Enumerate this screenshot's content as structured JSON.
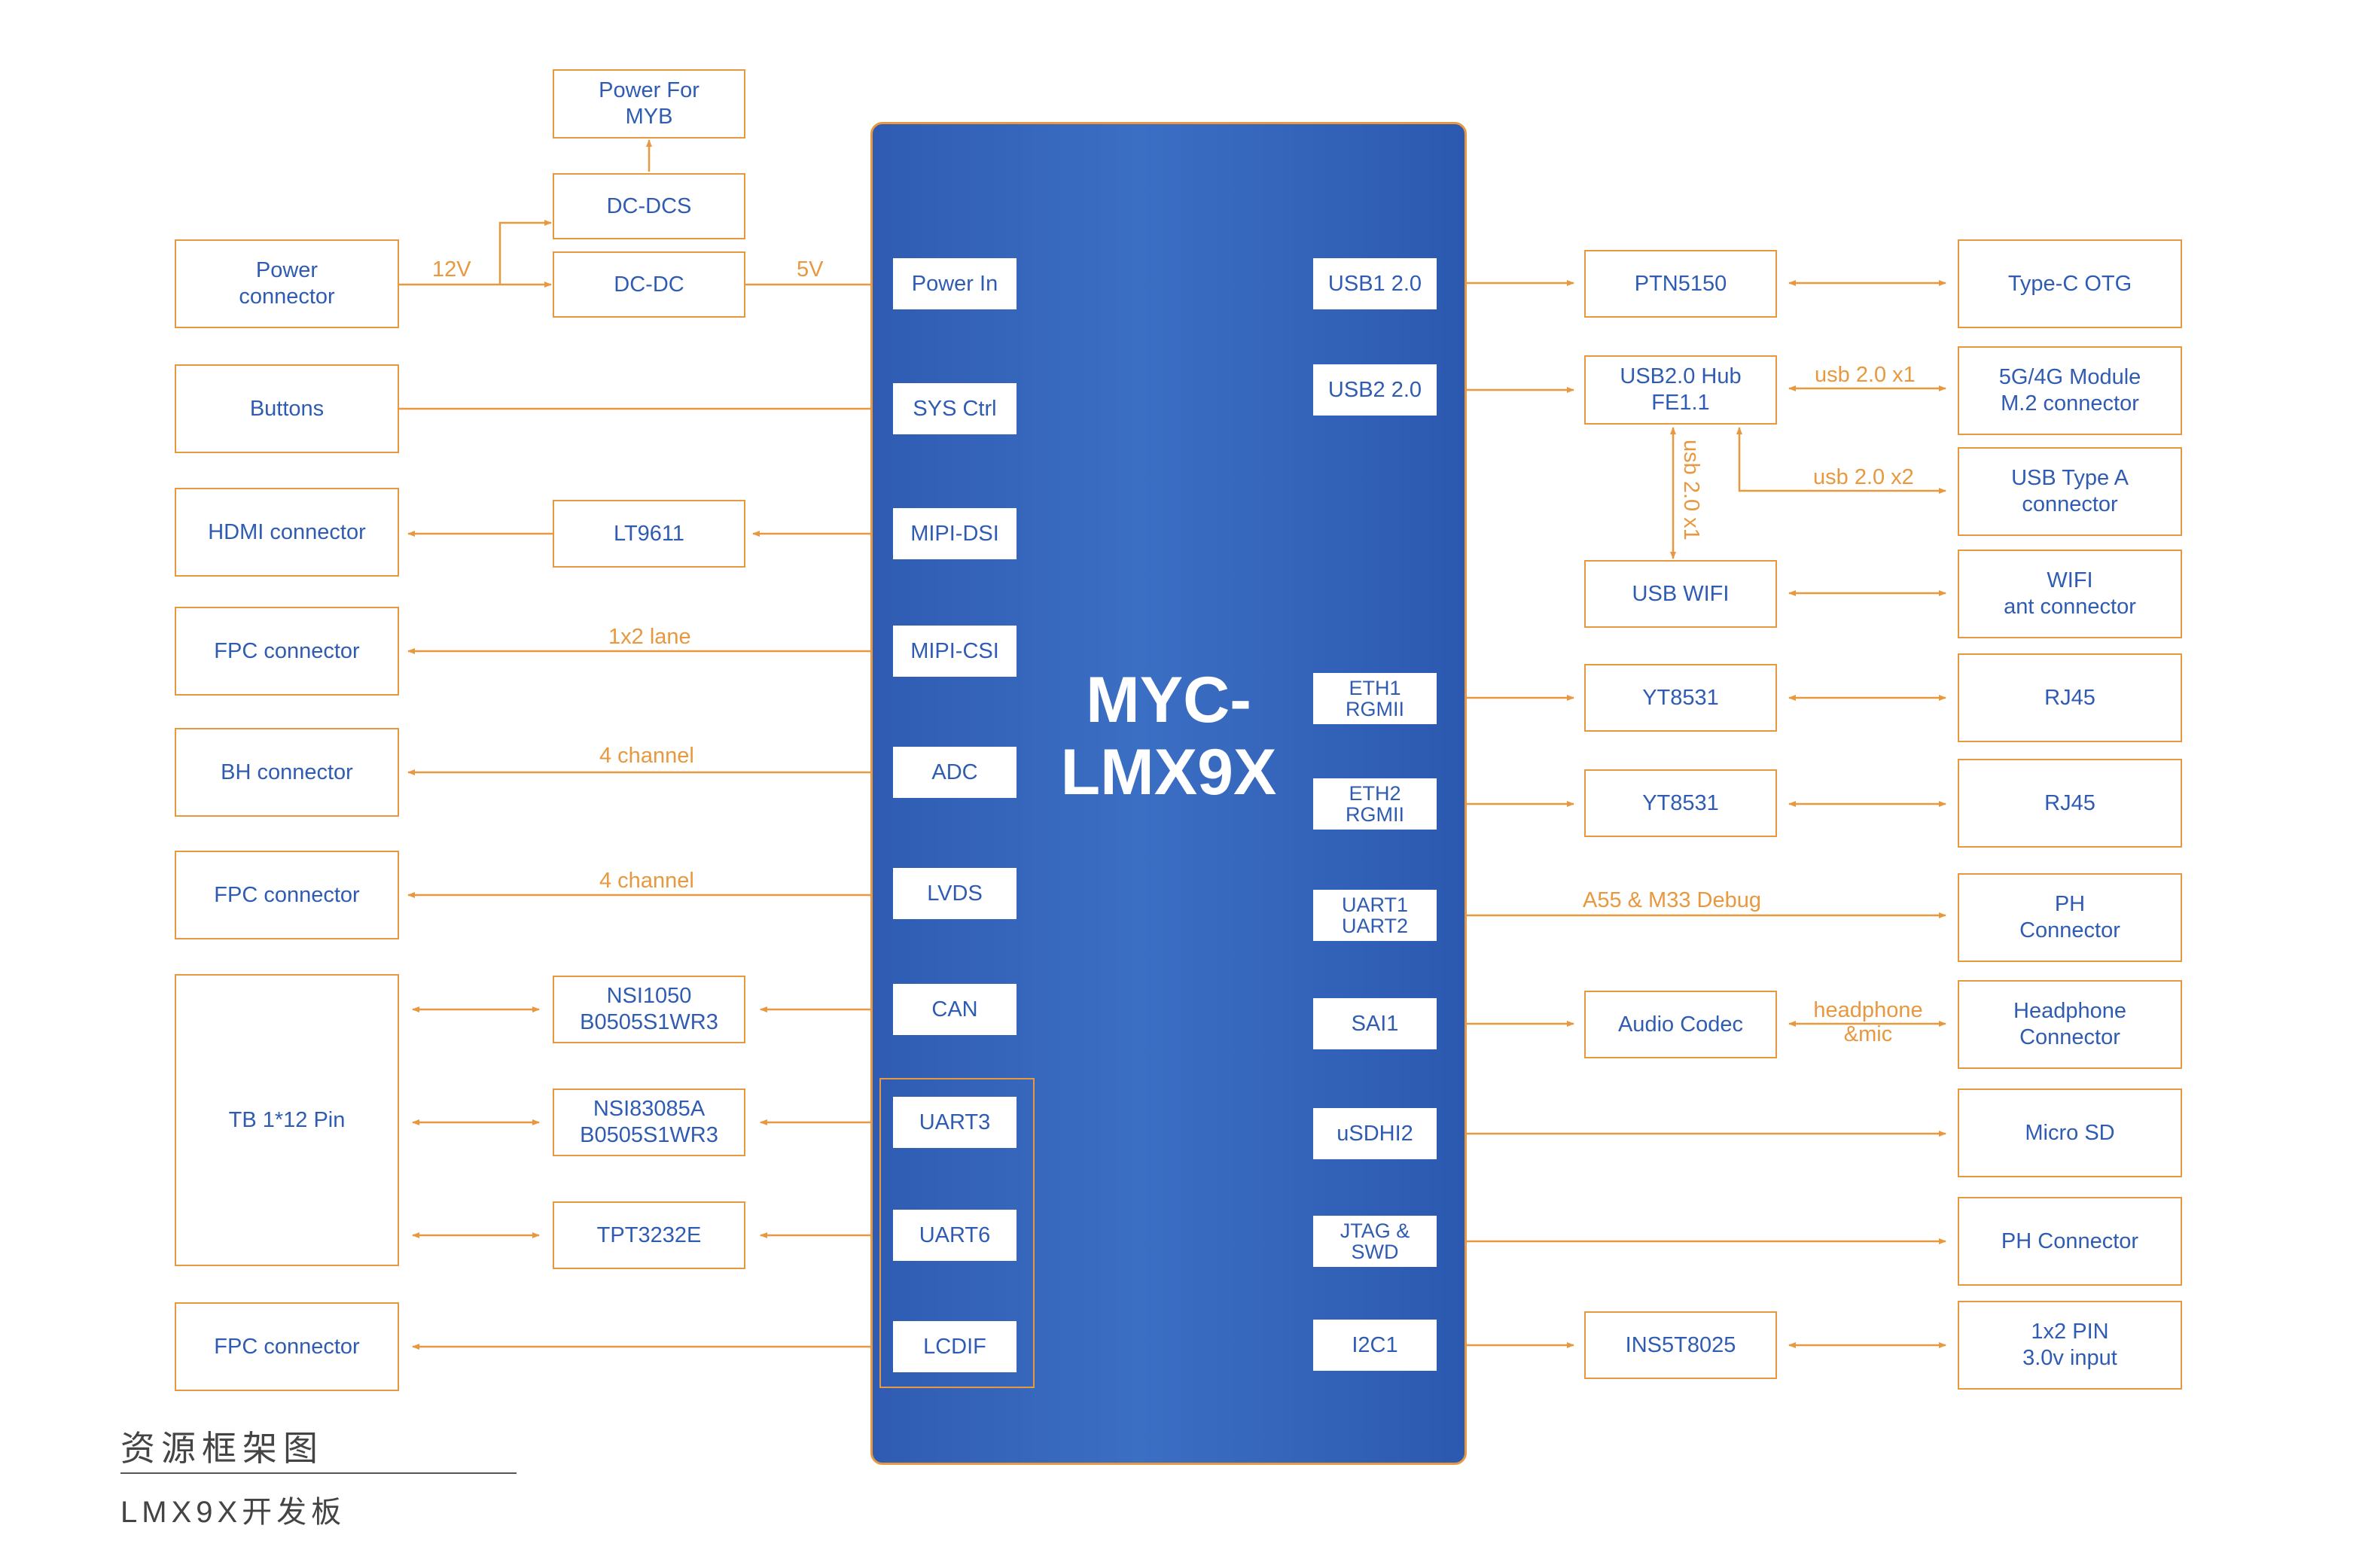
{
  "chip": {
    "title": "MYC-\nLMX9X"
  },
  "pins": {
    "power_in": "Power In",
    "sys_ctrl": "SYS Ctrl",
    "mipi_dsi": "MIPI-DSI",
    "mipi_csi": "MIPI-CSI",
    "adc": "ADC",
    "lvds": "LVDS",
    "can": "CAN",
    "uart3": "UART3",
    "uart6": "UART6",
    "lcdif": "LCDIF",
    "usb1": "USB1 2.0",
    "usb2": "USB2 2.0",
    "eth1": "ETH1\nRGMII",
    "eth2": "ETH2\nRGMII",
    "uart12": "UART1\nUART2",
    "sai1": "SAI1",
    "usdhi2": "uSDHI2",
    "jtag": "JTAG &\nSWD",
    "i2c1": "I2C1"
  },
  "left_boxes": {
    "power_for_myb": "Power For\nMYB",
    "dc_dcs": "DC-DCS",
    "dc_dc": "DC-DC",
    "power_connector": "Power\nconnector",
    "buttons": "Buttons",
    "hdmi_connector": "HDMI connector",
    "lt9611": "LT9611",
    "fpc_connector_1": "FPC connector",
    "bh_connector": "BH connector",
    "fpc_connector_2": "FPC connector",
    "tb_pin": "TB 1*12 Pin",
    "nsi1050": "NSI1050\nB0505S1WR3",
    "nsi83085a": "NSI83085A\nB0505S1WR3",
    "tpt3232e": "TPT3232E",
    "fpc_connector_3": "FPC connector"
  },
  "right_boxes": {
    "ptn5150": "PTN5150",
    "type_c_otg": "Type-C OTG",
    "usb_hub": "USB2.0 Hub\nFE1.1",
    "module_5g4g": "5G/4G Module\nM.2 connector",
    "usb_type_a": "USB Type A\nconnector",
    "usb_wifi": "USB WIFI",
    "wifi_ant": "WIFI\nant connector",
    "yt8531_1": "YT8531",
    "rj45_1": "RJ45",
    "yt8531_2": "YT8531",
    "rj45_2": "RJ45",
    "ph_connector_1": "PH\nConnector",
    "audio_codec": "Audio Codec",
    "headphone_connector": "Headphone\nConnector",
    "micro_sd": "Micro SD",
    "ph_connector_2": "PH Connector",
    "ins5t8025": "INS5T8025",
    "pin_1x2": "1x2 PIN\n3.0v input"
  },
  "line_labels": {
    "v12": "12V",
    "v5": "5V",
    "lane_1x2": "1x2 lane",
    "channel_4a": "4 channel",
    "channel_4b": "4 channel",
    "usb20x1_a": "usb 2.0 x1",
    "usb20x2": "usb 2.0 x2",
    "usb20x1_vert": "usb 2.0 x1",
    "debug": "A55 & M33 Debug",
    "headphone_mic": "headphone\n&mic"
  },
  "footer": {
    "title": "资源框架图",
    "subtitle": "LMX9X开发板"
  },
  "colors": {
    "line": "#e8983f",
    "chip": "#2f5cb2",
    "text": "#2f5cb2",
    "footer": "#444444"
  }
}
